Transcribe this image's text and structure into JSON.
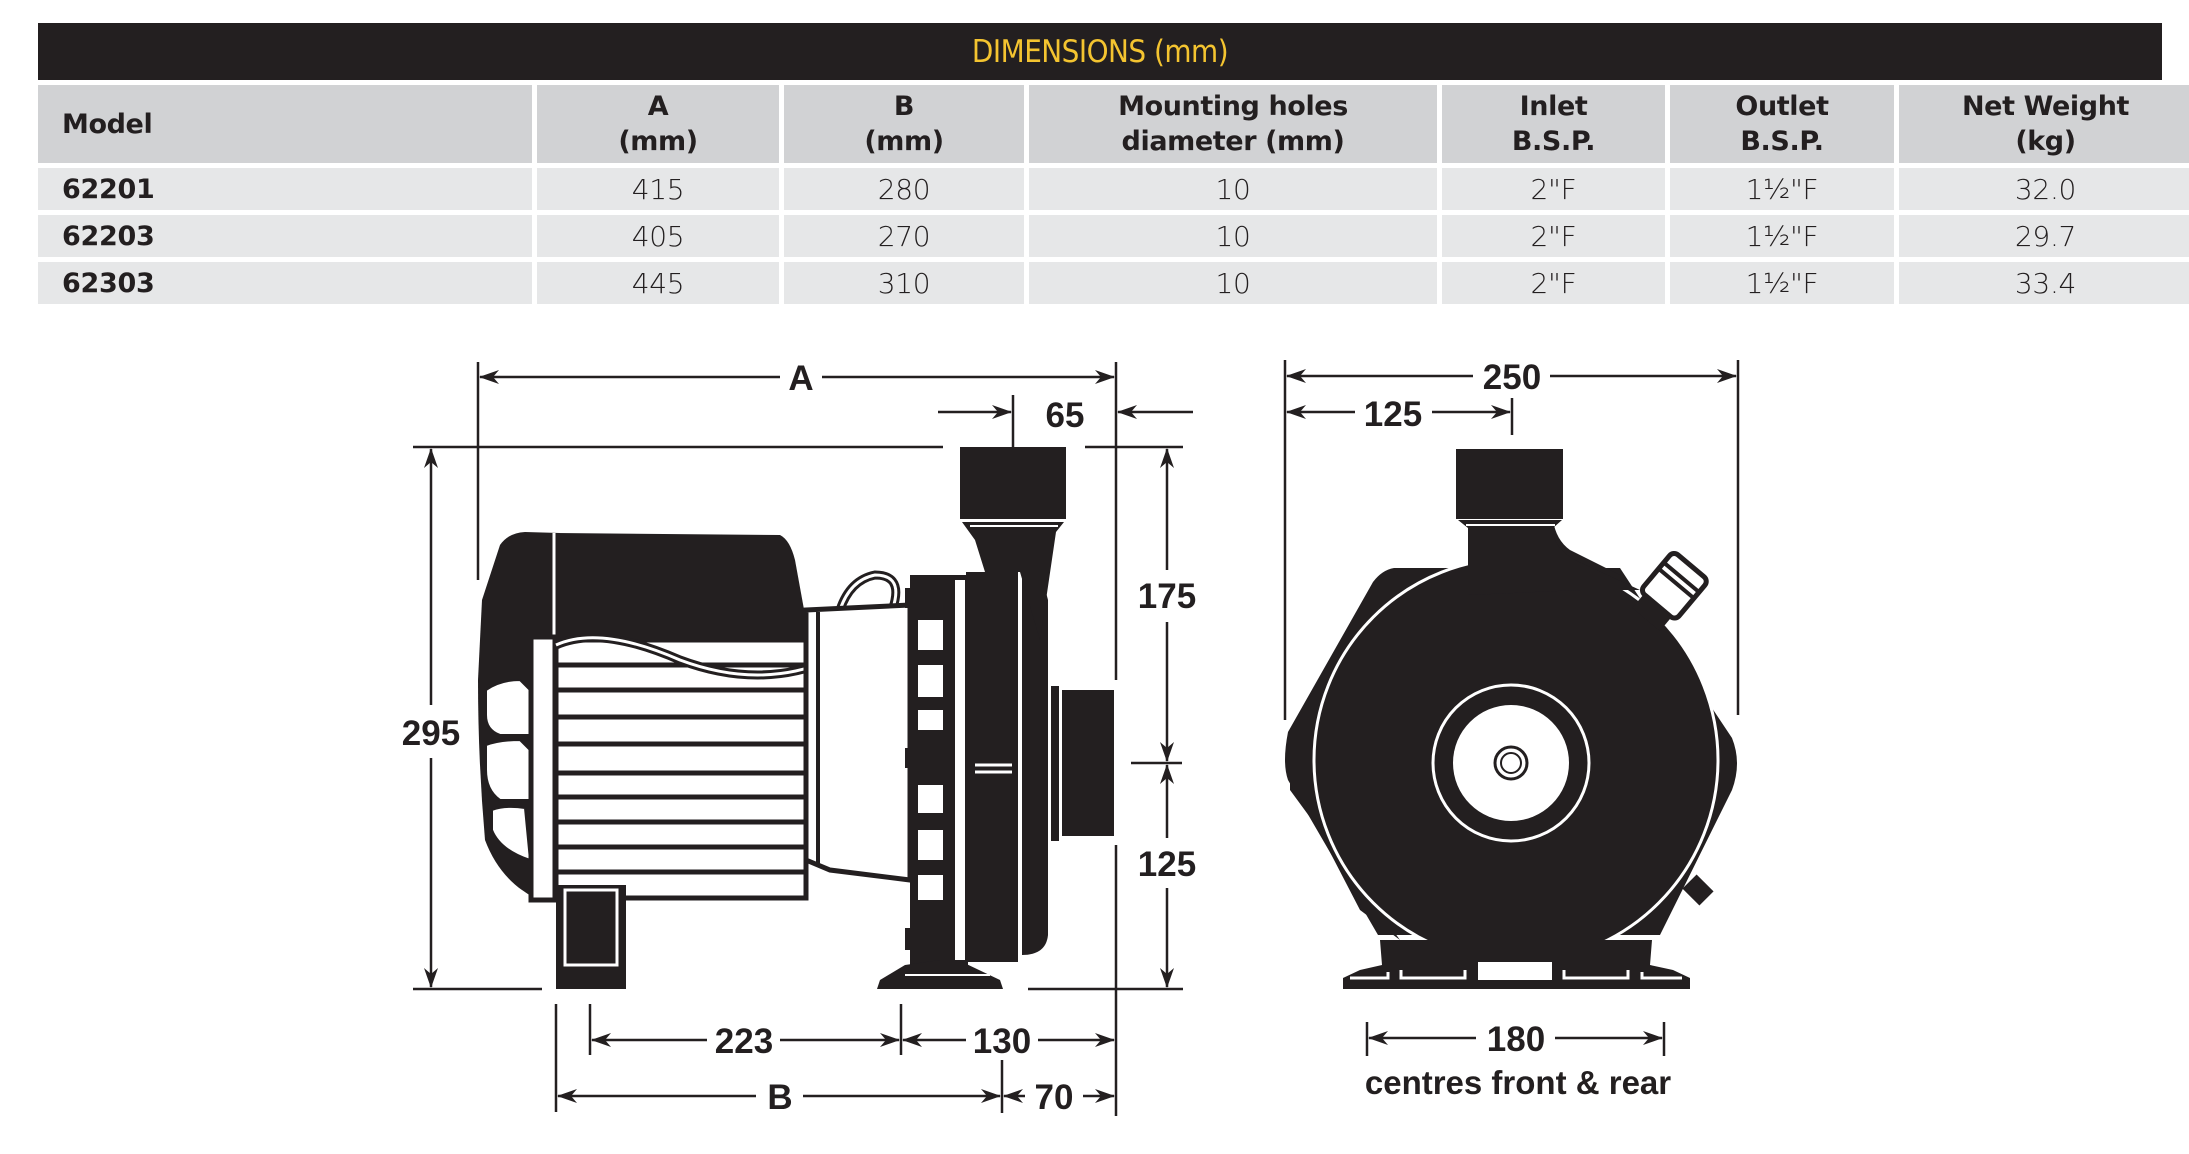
{
  "table": {
    "title": "DIMENSIONS (mm)",
    "headers": [
      {
        "line1": "Model",
        "line2": ""
      },
      {
        "line1": "A",
        "line2": "(mm)"
      },
      {
        "line1": "B",
        "line2": "(mm)"
      },
      {
        "line1": "Mounting holes",
        "line2": "diameter (mm)"
      },
      {
        "line1": "Inlet",
        "line2": "B.S.P."
      },
      {
        "line1": "Outlet",
        "line2": "B.S.P."
      },
      {
        "line1": "Net Weight",
        "line2": "(kg)"
      }
    ],
    "rows": [
      {
        "model": "62201",
        "a": "415",
        "b": "280",
        "holes": "10",
        "inlet": "2\"F",
        "outlet": "1½\"F",
        "weight": "32.0"
      },
      {
        "model": "62203",
        "a": "405",
        "b": "270",
        "holes": "10",
        "inlet": "2\"F",
        "outlet": "1½\"F",
        "weight": "29.7"
      },
      {
        "model": "62303",
        "a": "445",
        "b": "310",
        "holes": "10",
        "inlet": "2\"F",
        "outlet": "1½\"F",
        "weight": "33.4"
      }
    ]
  },
  "side_view": {
    "dim_a": "A",
    "dim_outlet_offset": "65",
    "dim_height": "295",
    "dim_upper": "175",
    "dim_lower": "125",
    "dim_foot_span": "223",
    "dim_front_foot": "130",
    "dim_b": "B",
    "dim_rear": "70"
  },
  "front_view": {
    "dim_width": "250",
    "dim_half_width": "125",
    "dim_centres": "180",
    "centres_note": "centres front & rear"
  },
  "colors": {
    "title_bg": "#231f20",
    "title_text": "#f4c430",
    "header_bg": "#d1d2d4",
    "row_bg": "#e6e7e8",
    "ink": "#231f20"
  }
}
